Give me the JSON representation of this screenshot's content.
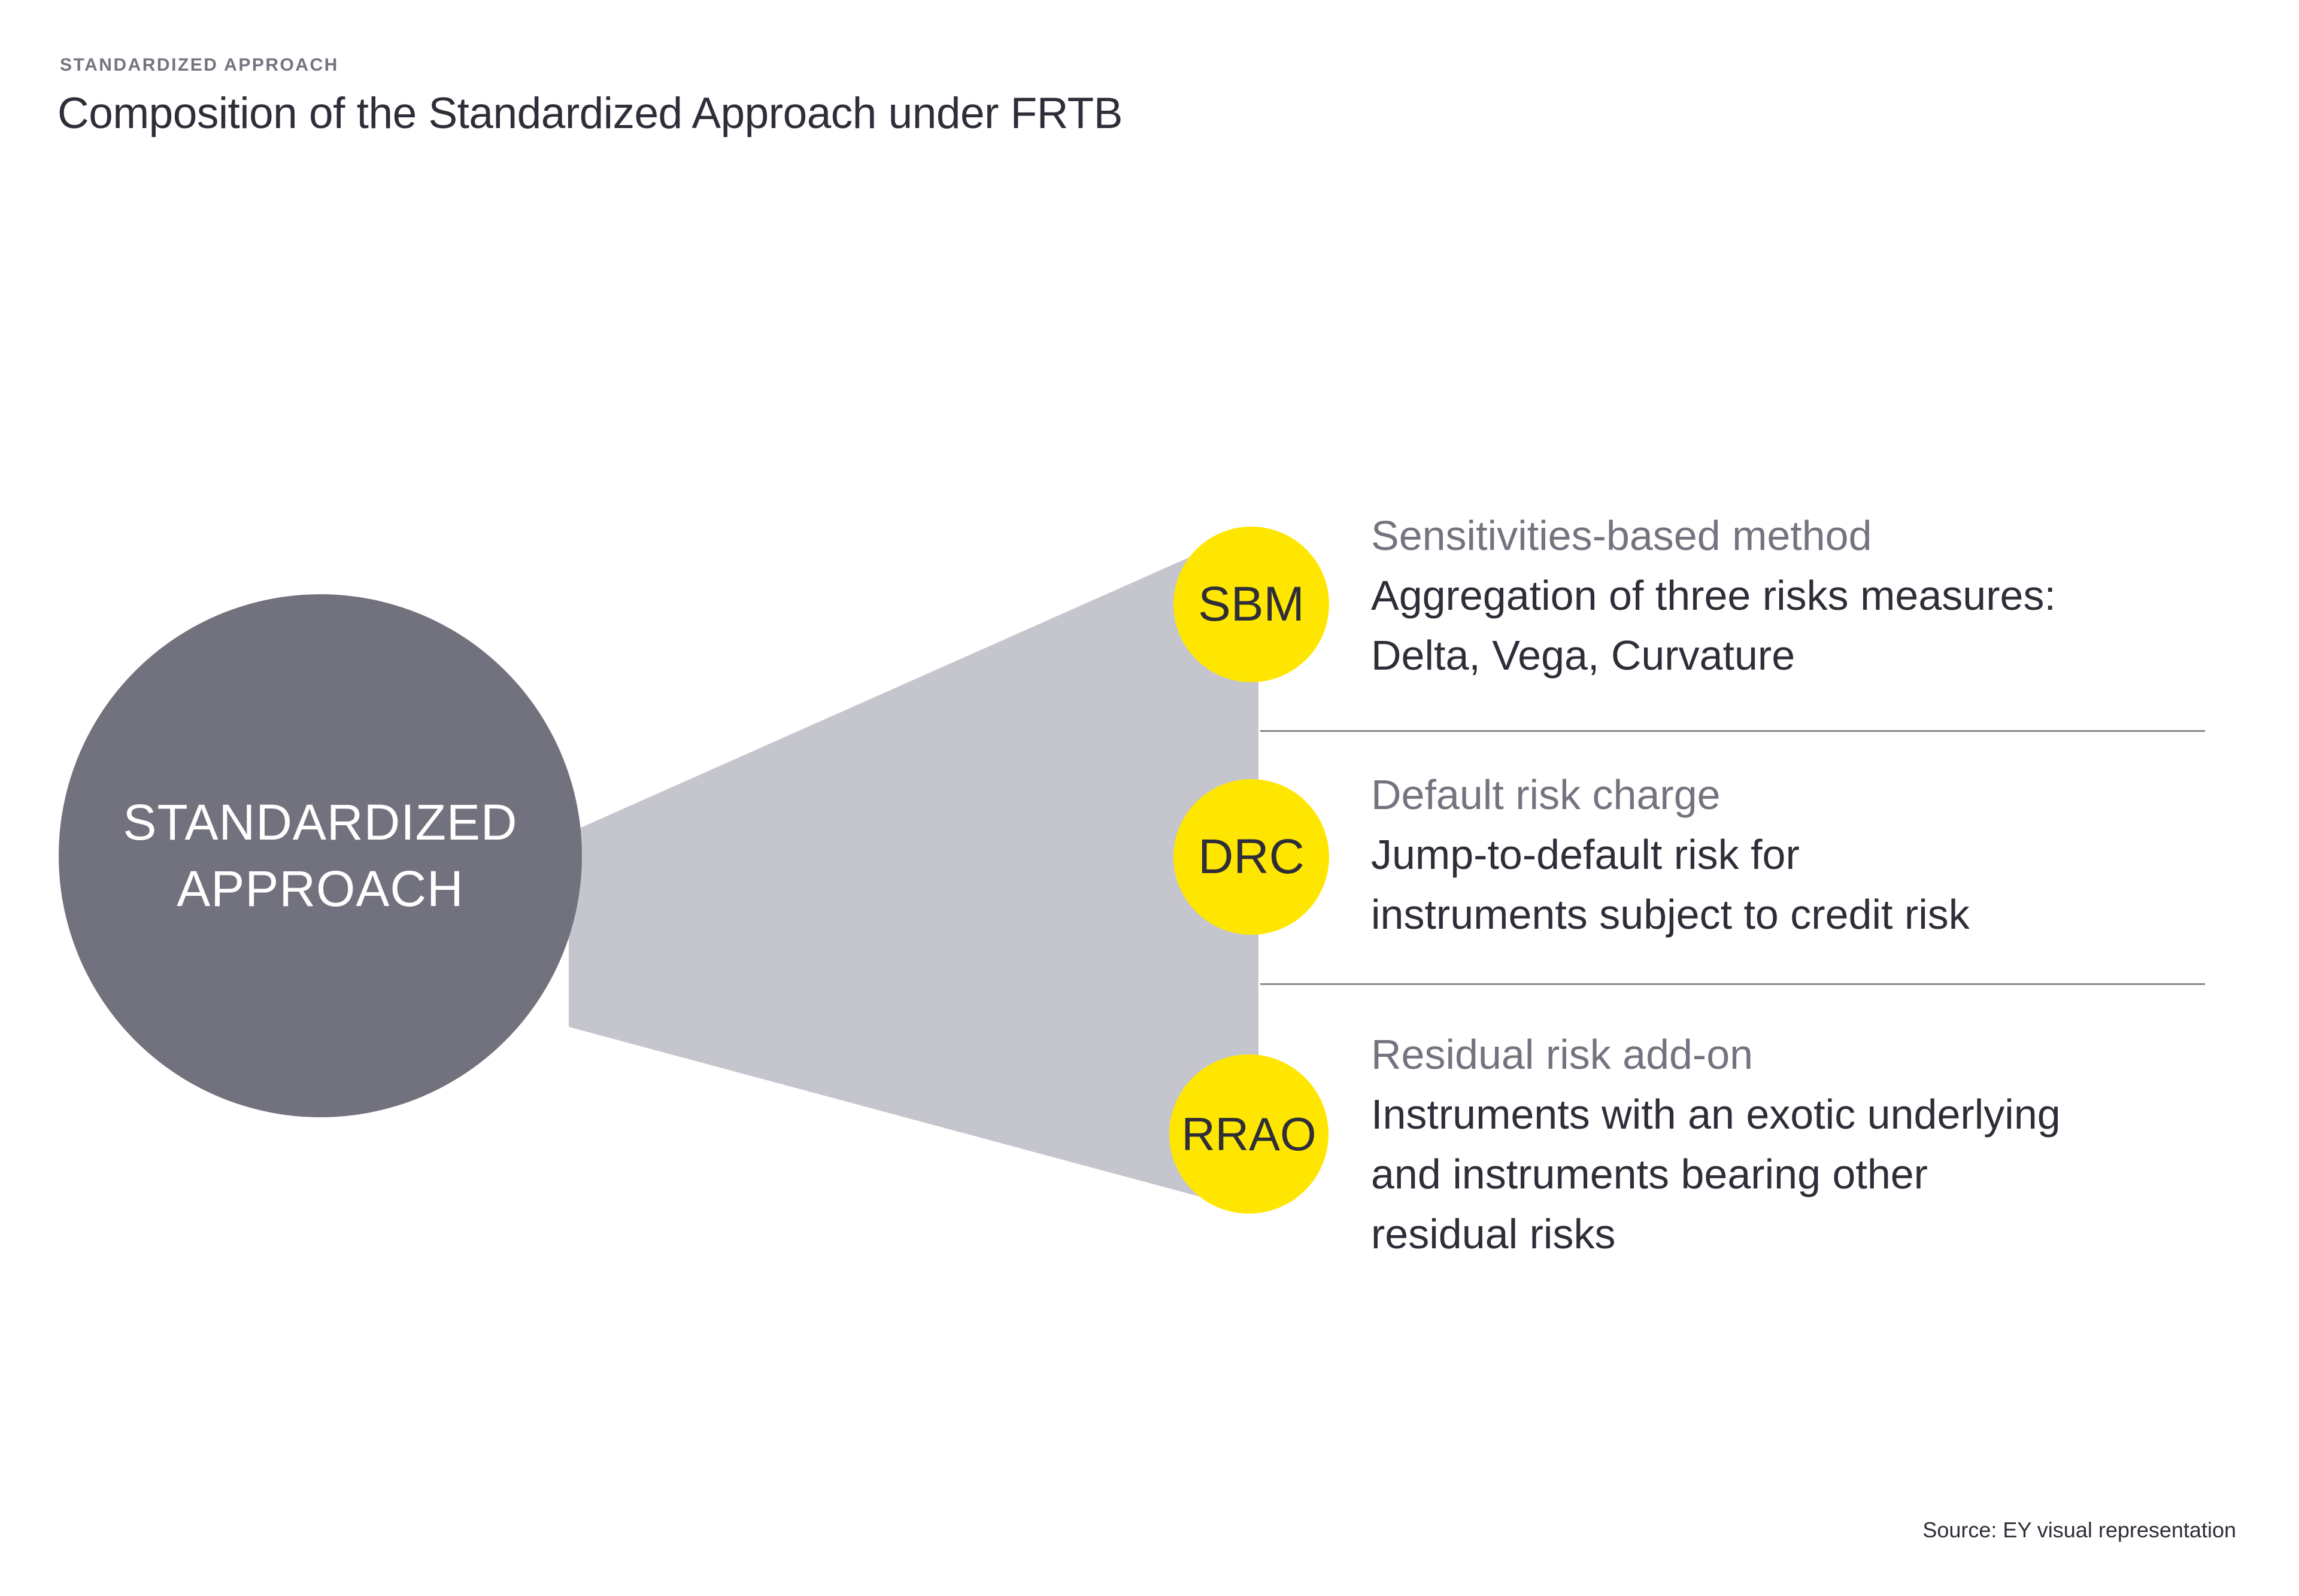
{
  "header": {
    "eyebrow": "STANDARDIZED APPROACH",
    "title": "Composition of the Standardized Approach under FRTB"
  },
  "hub": {
    "label_line1": "STANDARDIZED",
    "label_line2": "APPROACH"
  },
  "branches": [
    {
      "abbr": "SBM",
      "heading": "Sensitivities-based method",
      "lines": [
        "Aggregation of three risks measures:",
        "Delta, Vega, Curvature"
      ]
    },
    {
      "abbr": "DRC",
      "heading": "Default risk charge",
      "lines": [
        "Jump-to-default risk for",
        "instruments subject to credit risk"
      ]
    },
    {
      "abbr": "RRAO",
      "heading": "Residual risk add-on",
      "lines": [
        "Instruments with an exotic underlying",
        "and instruments bearing other",
        "residual risks"
      ]
    }
  ],
  "footer": {
    "source": "Source: EY visual representation"
  },
  "colors": {
    "accent_yellow": "#ffe600",
    "hub_gray": "#72727e",
    "funnel_gray": "#c5c5ce",
    "heading_gray": "#747480",
    "text_dark": "#2e2e38",
    "divider_gray": "#86868f"
  }
}
